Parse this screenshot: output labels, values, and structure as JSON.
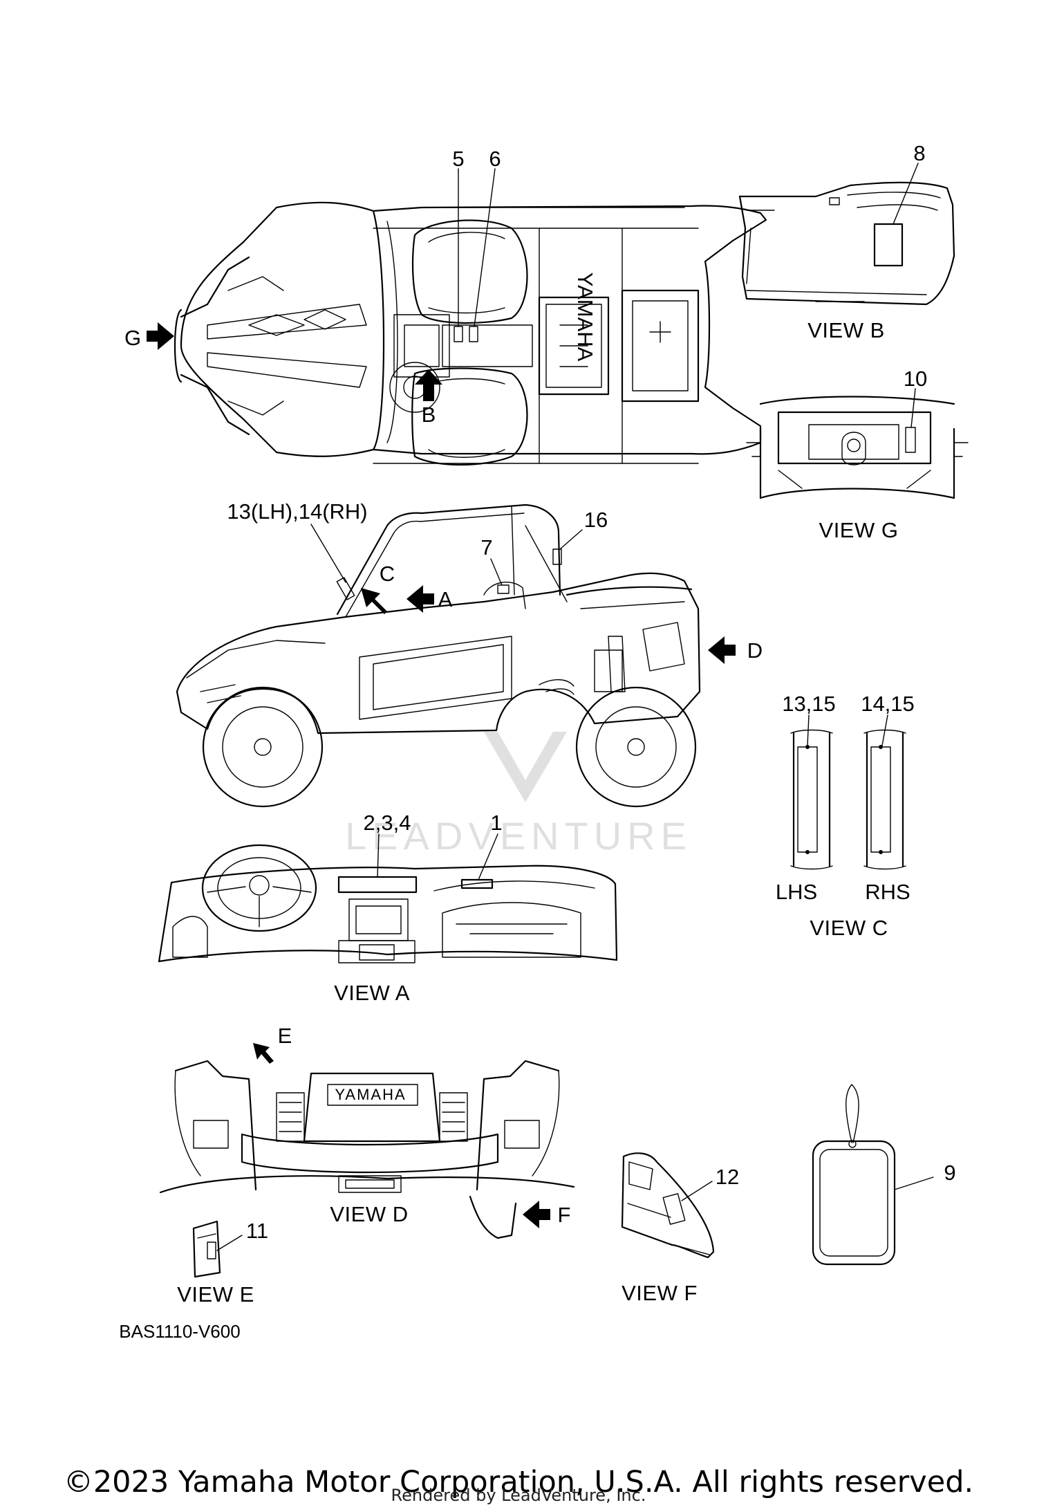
{
  "callouts": {
    "c1": "1",
    "c234": "2,3,4",
    "c5": "5",
    "c6": "6",
    "c7": "7",
    "c8": "8",
    "c9": "9",
    "c10": "10",
    "c11": "11",
    "c12": "12",
    "c13_14": "13(LH),14(RH)",
    "c13_15": "13,15",
    "c14_15": "14,15",
    "c16": "16"
  },
  "arrows": {
    "a": "A",
    "b": "B",
    "c": "C",
    "d": "D",
    "e": "E",
    "f": "F",
    "g": "G"
  },
  "views": {
    "a": "VIEW A",
    "b": "VIEW B",
    "c": "VIEW C",
    "d": "VIEW D",
    "e": "VIEW E",
    "f": "VIEW F",
    "g": "VIEW G"
  },
  "sides": {
    "lhs": "LHS",
    "rhs": "RHS"
  },
  "emblem": {
    "yamaha_top": "YAMAHA",
    "yamaha_rear": "YAMAHA"
  },
  "diagram_code": "BAS1110-V600",
  "watermark": "LEADVENTURE",
  "footer": {
    "copyright": "©2023 Yamaha Motor Corporation, U.S.A. All rights reserved.",
    "rendered_by": "Rendered by LeadVenture, Inc."
  }
}
